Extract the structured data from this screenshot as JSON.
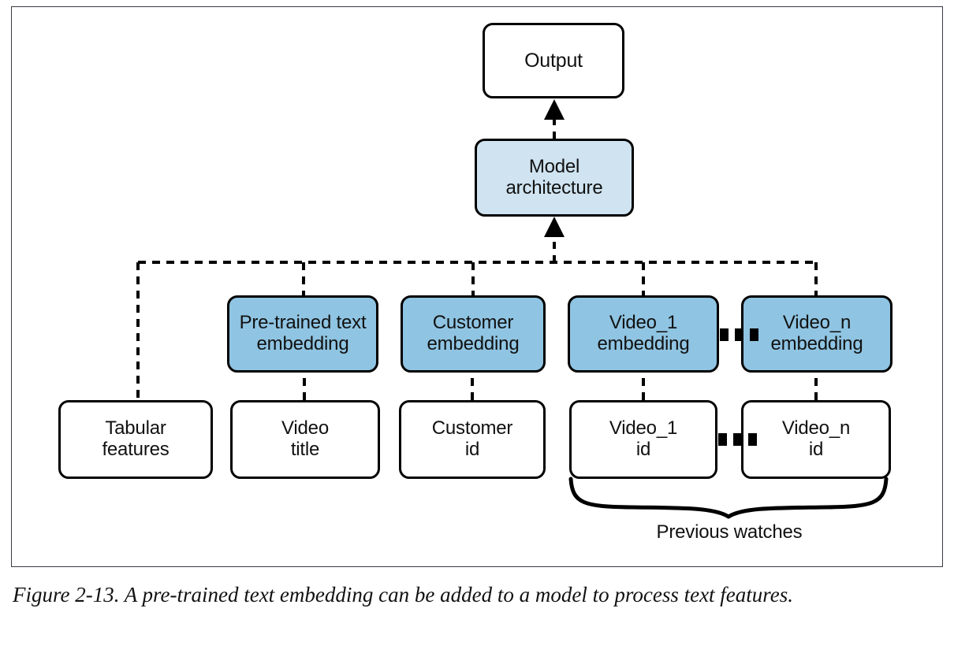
{
  "figure": {
    "caption": "Figure 2-13. A pre-trained text embedding can be added to a model to process text features.",
    "frame_color": "#3a3a42",
    "colors": {
      "fill_light_blue": "#cfe3f0",
      "fill_blue": "#8fc4e2",
      "stroke": "#000000",
      "background": "#ffffff"
    }
  },
  "diagram": {
    "output": {
      "label": "Output"
    },
    "model": {
      "label": "Model\narchitecture"
    },
    "embeddings": [
      {
        "label": "Pre-trained text\nembedding"
      },
      {
        "label": "Customer\nembedding"
      },
      {
        "label": "Video_1\nembedding"
      },
      {
        "label": "Video_n\nembedding"
      }
    ],
    "inputs": [
      {
        "label": "Tabular\nfeatures"
      },
      {
        "label": "Video\ntitle"
      },
      {
        "label": "Customer\nid"
      },
      {
        "label": "Video_1\nid"
      },
      {
        "label": "Video_n\nid"
      }
    ],
    "ellipsis_dot_count": 3,
    "brace_label": "Previous watches"
  }
}
